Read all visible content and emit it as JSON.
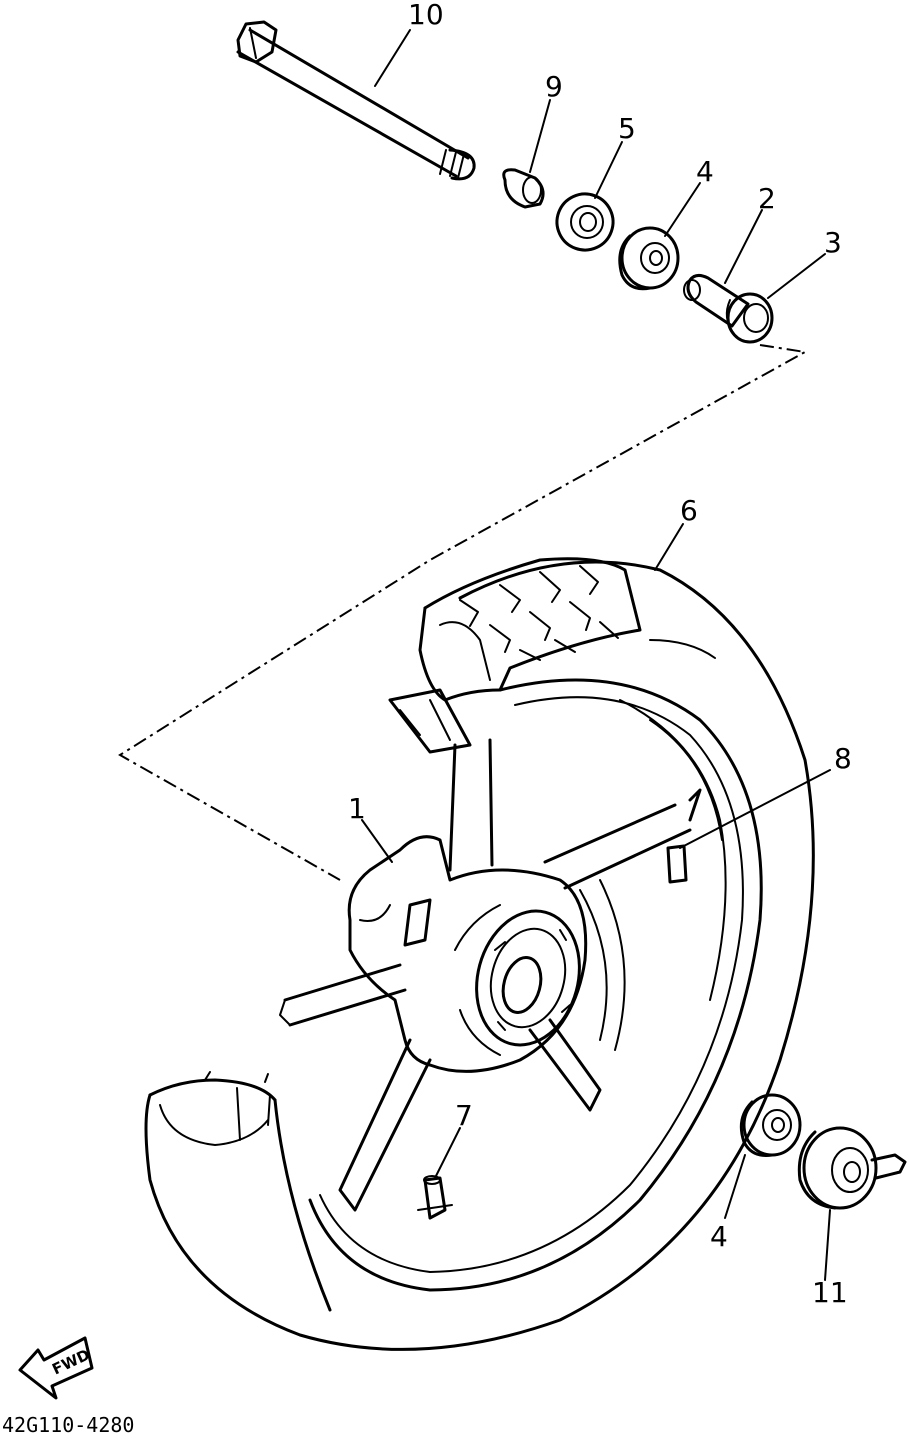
{
  "diagram": {
    "part_code": "42G110-4280",
    "direction_label": "FWD",
    "callouts": [
      {
        "id": "callout-10",
        "text": "10"
      },
      {
        "id": "callout-9",
        "text": "9"
      },
      {
        "id": "callout-5",
        "text": "5"
      },
      {
        "id": "callout-4-top",
        "text": "4"
      },
      {
        "id": "callout-2",
        "text": "2"
      },
      {
        "id": "callout-3",
        "text": "3"
      },
      {
        "id": "callout-6",
        "text": "6"
      },
      {
        "id": "callout-8",
        "text": "8"
      },
      {
        "id": "callout-1",
        "text": "1"
      },
      {
        "id": "callout-7",
        "text": "7"
      },
      {
        "id": "callout-4-bottom",
        "text": "4"
      },
      {
        "id": "callout-11",
        "text": "11"
      }
    ]
  }
}
